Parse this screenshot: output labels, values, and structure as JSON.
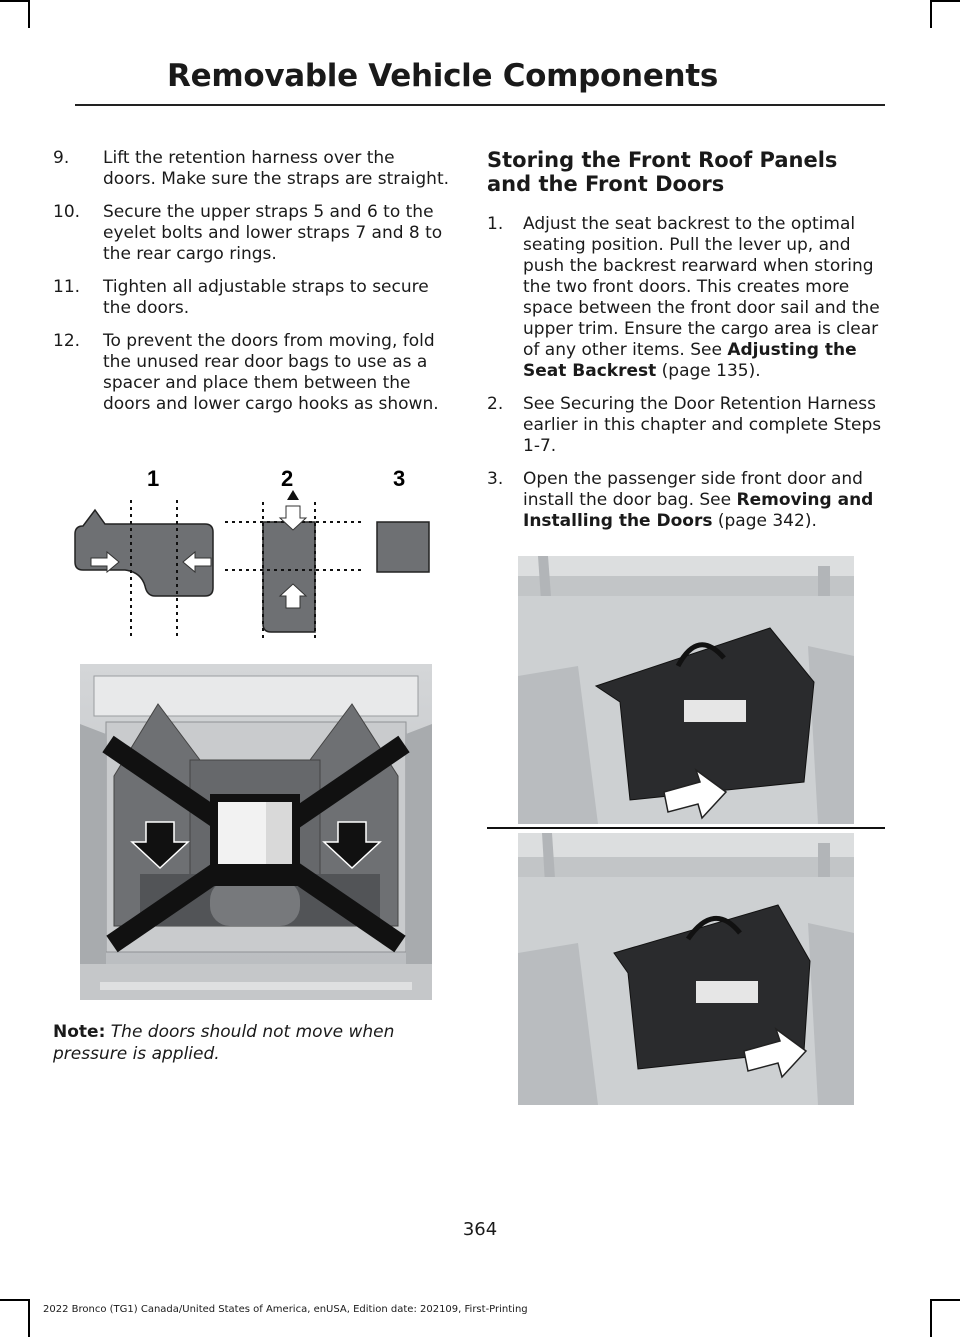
{
  "header": {
    "title": "Removable Vehicle Components"
  },
  "left_steps": [
    {
      "num": "9.",
      "text": "Lift the retention harness over the doors. Make sure the straps are straight."
    },
    {
      "num": "10.",
      "text": "Secure the upper straps 5 and 6 to the eyelet bolts and lower straps 7 and 8 to the rear cargo rings."
    },
    {
      "num": "11.",
      "text": "Tighten all adjustable straps to secure the doors."
    },
    {
      "num": "12.",
      "text": "To prevent the doors from moving, fold the unused rear door bags to use as a spacer and place them between the doors and lower cargo hooks as shown."
    }
  ],
  "figure1": {
    "labels": [
      "1",
      "2",
      "3"
    ]
  },
  "note": {
    "label": "Note:",
    "text": "The doors should not move when pressure is applied."
  },
  "right_section": {
    "title": "Storing the Front Roof Panels and the Front Doors",
    "steps": [
      {
        "num": "1.",
        "text_before": "Adjust the seat backrest to the optimal seating position. Pull the lever up, and push the backrest rearward when storing the two front doors. This creates more space between the front door sail and the upper trim. Ensure the cargo area is clear of any other items. See ",
        "link": "Adjusting the Seat Backrest",
        "text_after": " (page 135)."
      },
      {
        "num": "2.",
        "text": "See Securing the Door Retention Harness earlier in this chapter and complete Steps 1-7."
      },
      {
        "num": "3.",
        "text_before": "Open the passenger side front door and install the door bag.  See ",
        "link": "Removing and Installing the Doors",
        "text_after": " (page 342)."
      }
    ]
  },
  "page_number": "364",
  "footer": "2022 Bronco (TG1) Canada/United States of America, enUSA, Edition date: 202109, First-Printing",
  "colors": {
    "panel_gray": "#6e7073",
    "strap": "#111111",
    "bag": "#2a2b2d"
  }
}
